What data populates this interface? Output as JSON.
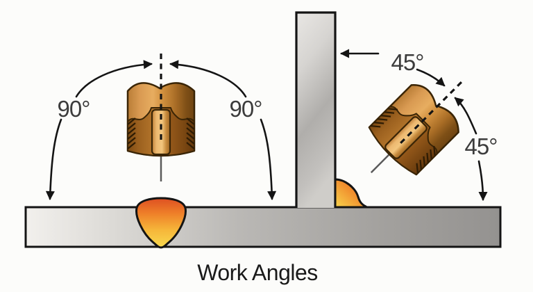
{
  "figure": {
    "caption": "Work Angles",
    "left_diagram": {
      "description_name": "gun perpendicular to flat plate",
      "left_angle_label": "90°",
      "right_angle_label": "90°"
    },
    "right_diagram": {
      "description_name": "gun at 45 degrees in T-joint fillet",
      "plate_angle_label": "45°",
      "gun_angle_label": "45°"
    }
  },
  "colors": {
    "background": "#fcfcfa",
    "plate_gray_light": "#f2f0ed",
    "plate_gray_dark": "#949290",
    "outline_black": "#141414",
    "label_gray": "#3c3c3c",
    "nozzle_copper_light": "#e7ad60",
    "nozzle_copper_dark": "#7c4a12",
    "contact_tip_tan": "#f3c67e",
    "weld_pool_red_orange": "#dd4f22",
    "weld_pool_yellow": "#f8d94e",
    "wire_gray": "#5a5a5a"
  }
}
